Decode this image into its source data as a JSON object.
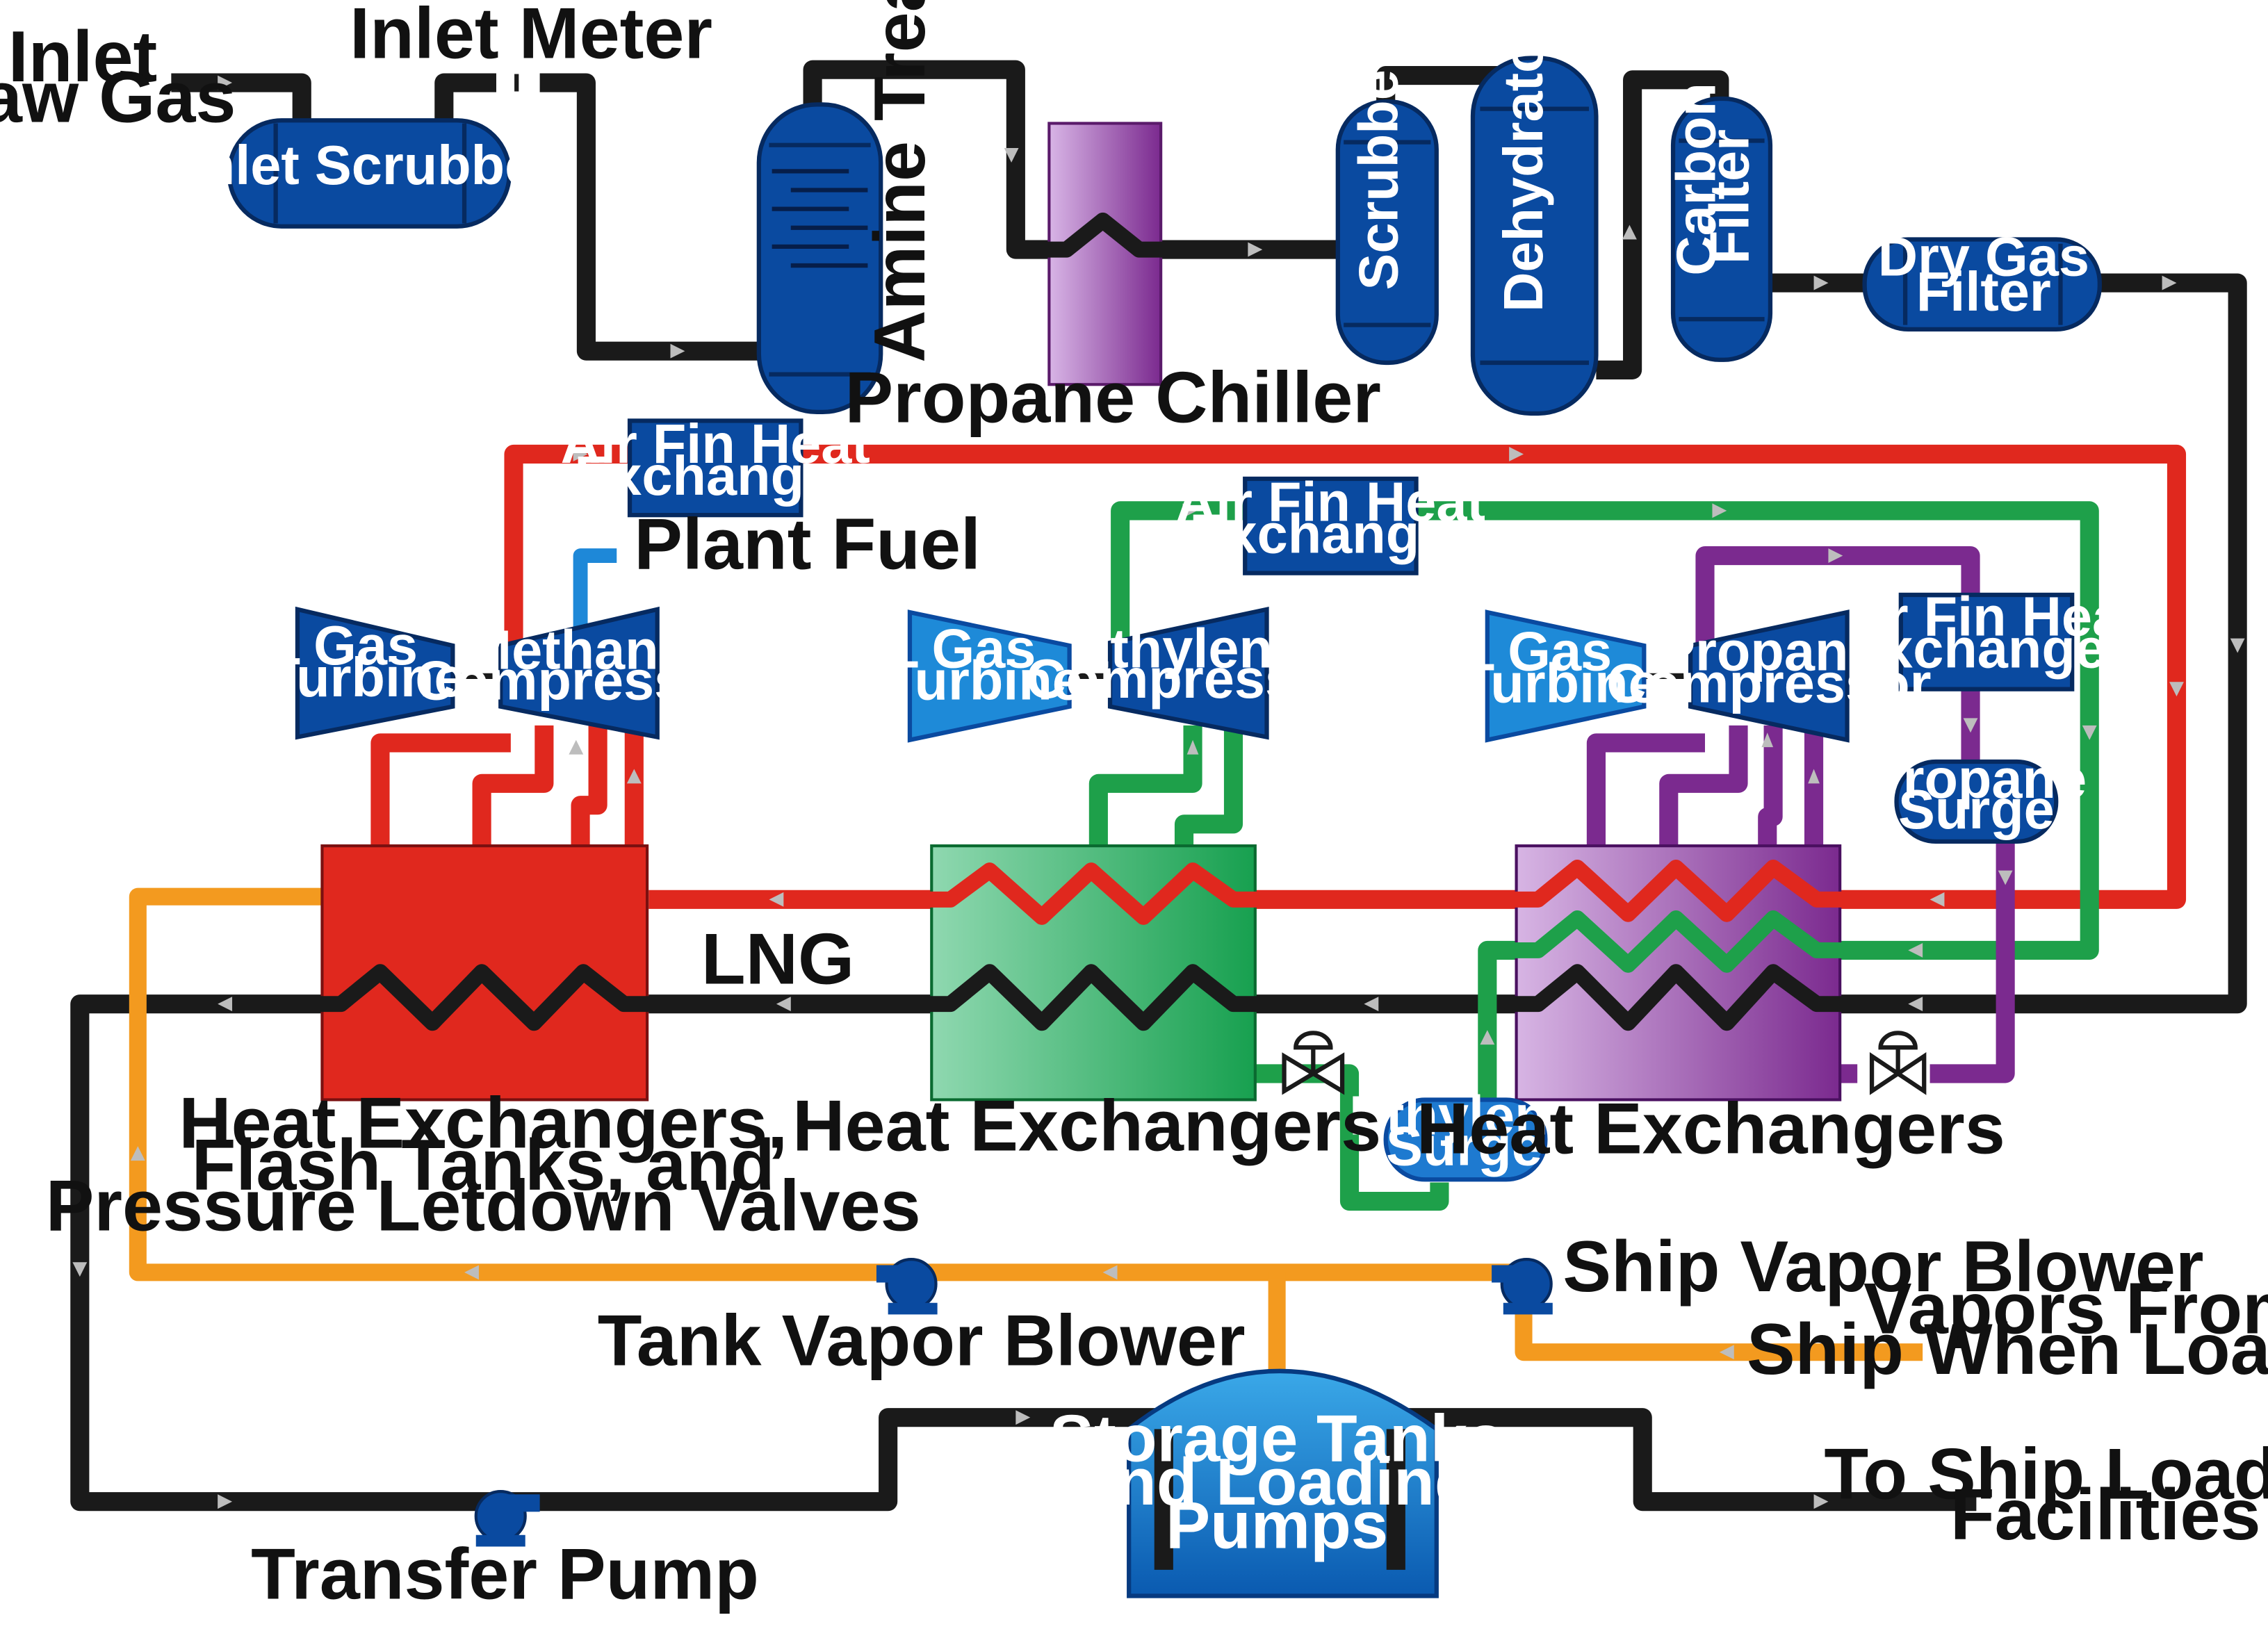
{
  "colors": {
    "gas_line": "#1a1a1a",
    "methane_loop": "#e0281e",
    "ethylene_loop": "#1ea04a",
    "propane_loop": "#7b2a8f",
    "vapor_line": "#f39a1f",
    "fuel_line": "#1e88d8",
    "vessel_blue": "#0a4aa0",
    "hx_red": "#e0281e",
    "hx_green": "#2aa865",
    "hx_purple": "#a060b8",
    "chiller_purple": "#8a3aa0",
    "storage_blue": "#1a86d0"
  },
  "labels": {
    "inlet_raw_gas": [
      "Inlet",
      "Raw Gas"
    ],
    "inlet_meter": "Inlet Meter",
    "inlet_scrubber": "Inlet Scrubber",
    "amine_treater": "Amine Treater",
    "propane_chiller": "Propane Chiller",
    "scrubber": "Scrubber",
    "dehydrator": "Dehydrator",
    "carbon_filter": [
      "Carbon",
      "Filter"
    ],
    "dry_gas_filter": [
      "Dry Gas",
      "Filter"
    ],
    "air_fin_1": [
      "Air Fin Heat",
      "Exchanger"
    ],
    "air_fin_2": [
      "Air Fin Heat",
      "Exchanger"
    ],
    "air_fin_3": [
      "Air Fin Heat",
      "Exchanger"
    ],
    "plant_fuel": "Plant Fuel",
    "gas_turbine_1": [
      "Gas",
      "Turbine"
    ],
    "gas_turbine_2": [
      "Gas",
      "Turbine"
    ],
    "gas_turbine_3": [
      "Gas",
      "Turbine"
    ],
    "methane_compressor": [
      "Methane",
      "Compressor"
    ],
    "ethylene_compressor": [
      "Ethylene",
      "Compressor"
    ],
    "propane_compressor": [
      "Propane",
      "Compressor"
    ],
    "propane_surge": [
      "Propane",
      "Surge"
    ],
    "ethylene_surge": [
      "Ethylene",
      "Surge"
    ],
    "lng": "LNG",
    "hx_methane": [
      "Heat Exchangers,",
      "Flash Tanks, and",
      "Pressure Letdown Valves"
    ],
    "hx_ethylene": "Heat Exchangers",
    "hx_propane": "Heat Exchangers",
    "tank_vapor_blower": "Tank Vapor Blower",
    "ship_vapor_blower": "Ship Vapor Blower",
    "vapors_from_ship": [
      "Vapors From",
      "Ship When Loading"
    ],
    "storage_tanks": [
      "Storage Tanks",
      "and Loading",
      "Pumps"
    ],
    "to_ship_loading": [
      "To Ship Loading",
      "Facilities"
    ],
    "transfer_pump": "Transfer Pump"
  }
}
